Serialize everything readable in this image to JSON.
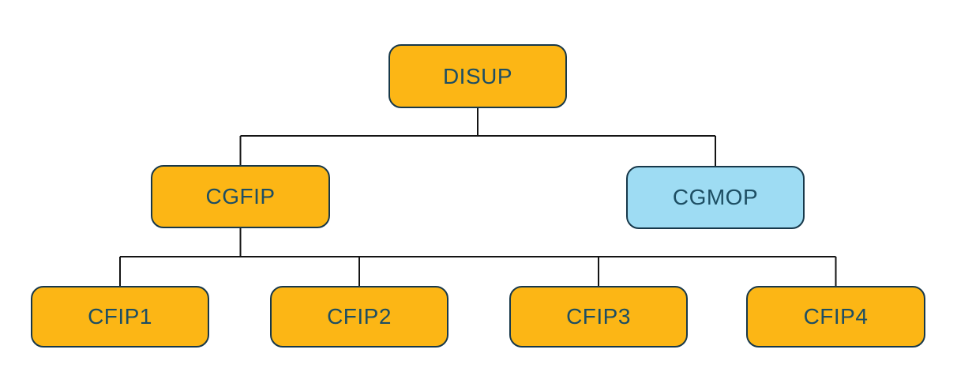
{
  "diagram": {
    "type": "org-chart",
    "background": "#ffffff",
    "colors": {
      "orange_fill": "#fcb615",
      "blue_fill": "#9edcf3",
      "node_border": "#17384a",
      "node_text": "#1d4e63",
      "connector_line": "#141414"
    },
    "nodes": [
      {
        "id": "disup",
        "label": "DISUP",
        "fill": "orange",
        "level": 1
      },
      {
        "id": "cgfip",
        "label": "CGFIP",
        "fill": "orange",
        "level": 2
      },
      {
        "id": "cgmop",
        "label": "CGMOP",
        "fill": "blue",
        "level": 2
      },
      {
        "id": "cfip1",
        "label": "CFIP1",
        "fill": "orange",
        "level": 3
      },
      {
        "id": "cfip2",
        "label": "CFIP2",
        "fill": "orange",
        "level": 3
      },
      {
        "id": "cfip3",
        "label": "CFIP3",
        "fill": "orange",
        "level": 3
      },
      {
        "id": "cfip4",
        "label": "CFIP4",
        "fill": "orange",
        "level": 3
      }
    ],
    "edges": [
      {
        "from": "disup",
        "to": "cgfip"
      },
      {
        "from": "disup",
        "to": "cgmop"
      },
      {
        "from": "cgfip",
        "to": "cfip1"
      },
      {
        "from": "cgfip",
        "to": "cfip2"
      },
      {
        "from": "cgfip",
        "to": "cfip3"
      },
      {
        "from": "cgfip",
        "to": "cfip4"
      }
    ]
  }
}
